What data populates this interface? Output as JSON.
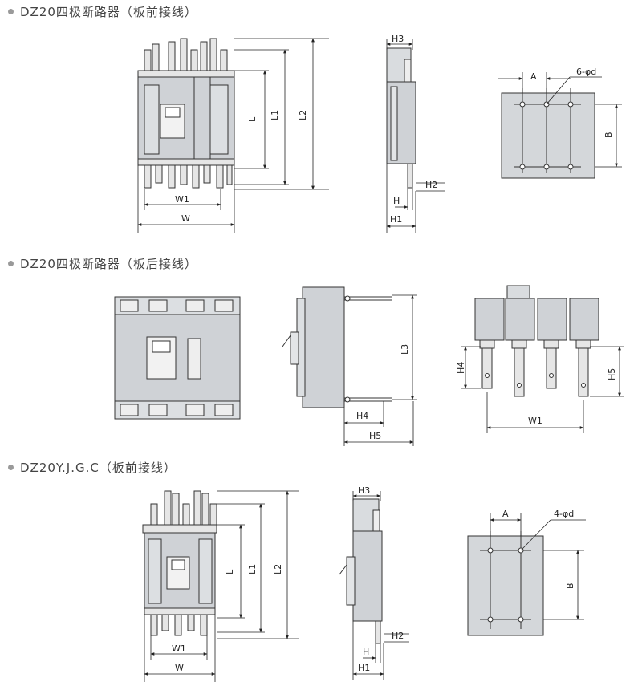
{
  "sections": [
    {
      "title": "DZ20四极断路器（板前接线）"
    },
    {
      "title": "DZ20四极断路器（板后接线）"
    },
    {
      "title": "DZ20Y.J.G.C（板前接线）"
    }
  ],
  "labels": {
    "L": "L",
    "L1": "L1",
    "L2": "L2",
    "L3": "L3",
    "W": "W",
    "W1": "W1",
    "H": "H",
    "H1": "H1",
    "H2": "H2",
    "H3": "H3",
    "H4": "H4",
    "H5": "H5",
    "A": "A",
    "B": "B",
    "holes6": "6-φd",
    "holes4": "4-φd"
  }
}
